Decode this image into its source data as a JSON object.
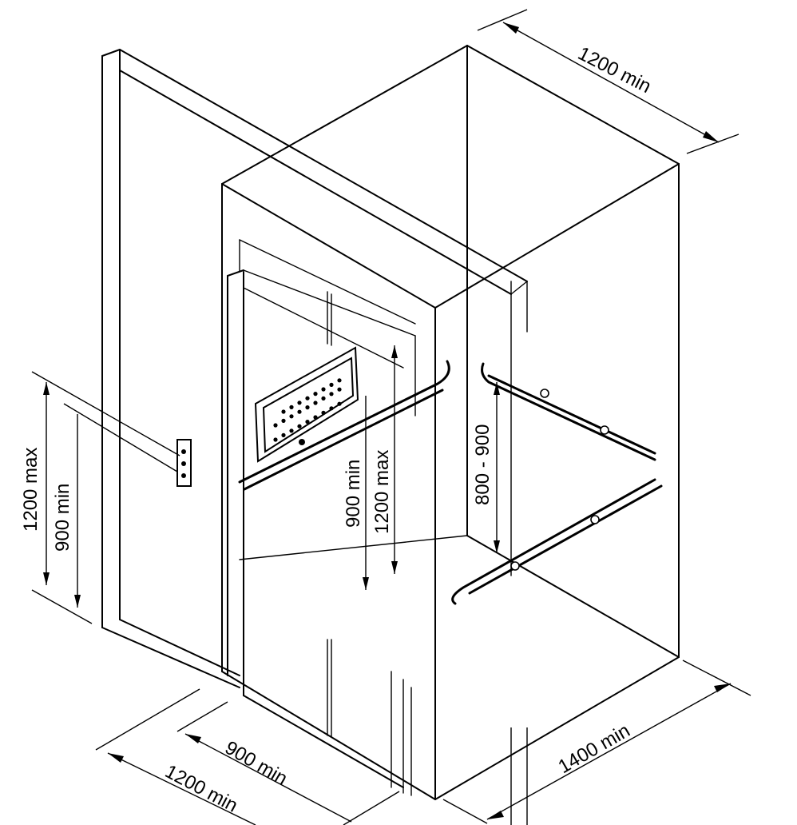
{
  "dimensions": {
    "shaft_width": "1200 min",
    "car_depth": "1400 min",
    "door_width": "900 min",
    "landing_depth": "1200 min",
    "rail_height": "800 - 900",
    "car_panel_min": "900 min",
    "car_panel_max": "1200 max",
    "landing_panel_min": "900 min",
    "landing_panel_max": "1200 max"
  }
}
